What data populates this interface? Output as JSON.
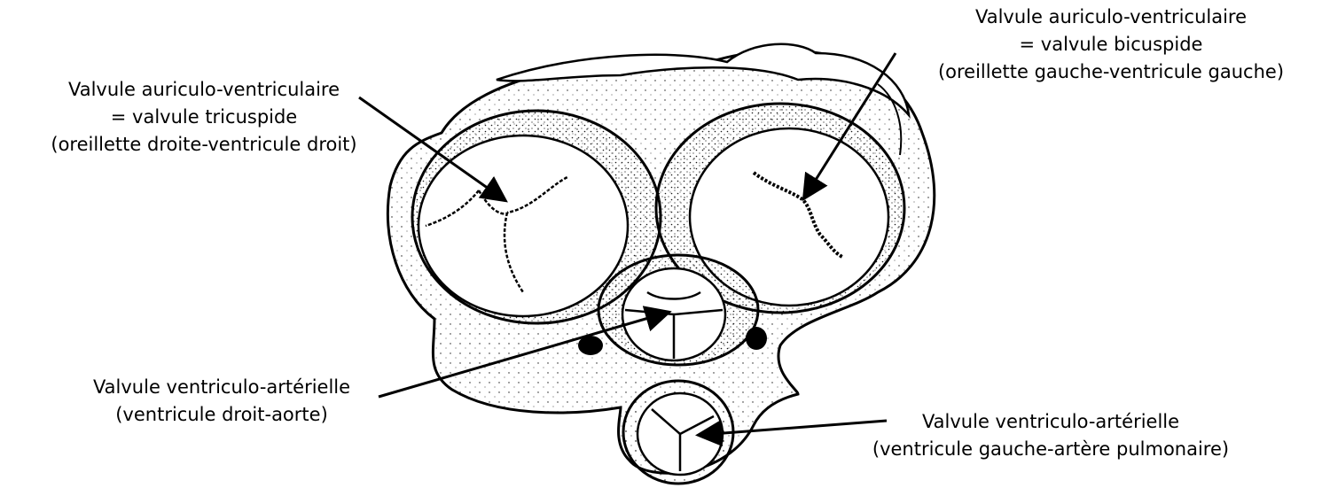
{
  "labels": {
    "tricuspid": {
      "line1": "Valvule auriculo-ventriculaire",
      "line2": "= valvule tricuspide",
      "line3": "(oreillette droite-ventricule droit)"
    },
    "bicuspid": {
      "line1": "Valvule auriculo-ventriculaire",
      "line2": "= valvule bicuspide",
      "line3": "(oreillette gauche-ventricule gauche)"
    },
    "aortic": {
      "line1": "Valvule ventriculo-artérielle",
      "line2": "(ventricule droit-aorte)"
    },
    "pulmonary": {
      "line1": "Valvule ventriculo-artérielle",
      "line2": "(ventricule gauche-artère pulmonaire)"
    }
  },
  "colors": {
    "ink": "#000000",
    "paper": "#ffffff",
    "stipple": "#1a1a1a"
  }
}
